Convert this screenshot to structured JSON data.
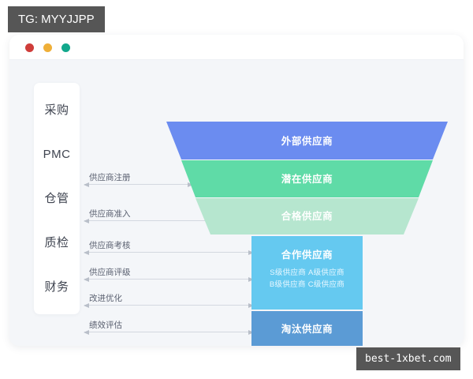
{
  "watermarks": {
    "top_left": "TG: MYYJJPP",
    "bottom_right": "best-1xbet.com"
  },
  "window": {
    "controls": [
      {
        "name": "close",
        "color": "#cf3d3a"
      },
      {
        "name": "minimize",
        "color": "#efaf38"
      },
      {
        "name": "maximize",
        "color": "#12a88c"
      }
    ]
  },
  "departments": [
    {
      "label": "采购"
    },
    {
      "label": "PMC"
    },
    {
      "label": "仓管"
    },
    {
      "label": "质检"
    },
    {
      "label": "财务"
    }
  ],
  "process_arrows": [
    {
      "label": "供应商注册"
    },
    {
      "label": "供应商准入"
    },
    {
      "label": "供应商考核"
    },
    {
      "label": "供应商评级"
    },
    {
      "label": "改进优化"
    },
    {
      "label": "绩效评估"
    }
  ],
  "funnel": {
    "stages": [
      {
        "label": "外部供应商",
        "color": "#6b8cf0",
        "sub": ""
      },
      {
        "label": "潜在供应商",
        "color": "#5fdba7",
        "sub": ""
      },
      {
        "label": "合格供应商",
        "color": "#b6e6cf",
        "sub": ""
      },
      {
        "label": "合作供应商",
        "color": "#65c9f0",
        "sub_line1": "S级供应商 A级供应商",
        "sub_line2": "B级供应商 C级供应商"
      },
      {
        "label": "淘汰供应商",
        "color": "#5b9bd5",
        "sub": ""
      }
    ]
  }
}
